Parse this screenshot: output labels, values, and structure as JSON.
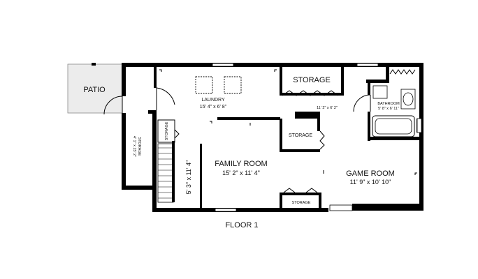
{
  "plan": {
    "floor_label": "FLOOR 1",
    "rooms": {
      "patio": {
        "name": "PATIO"
      },
      "storage_left": {
        "name": "STORAGE",
        "dims": "4' 1\" x 15' 2\""
      },
      "storage_stair": {
        "name": "STORAGE"
      },
      "laundry": {
        "name": "LAUNDRY",
        "dims": "15' 4\" x 6' 8\""
      },
      "storage_top": {
        "name": "STORAGE"
      },
      "hall_dims": "11' 2\" x 6' 2\"",
      "bathroom": {
        "name": "BATHROOM",
        "dims": "5' 8\" x 6' 11\""
      },
      "storage_mid": {
        "name": "STORAGE"
      },
      "family_room": {
        "name": "FAMILY ROOM",
        "dims": "15' 2\" x 11' 4\""
      },
      "stair_dims": "5' 3\" x 11' 4\"",
      "game_room": {
        "name": "GAME ROOM",
        "dims": "11' 9\" x 10' 10\""
      },
      "storage_bottom": {
        "name": "STORAGE"
      }
    }
  }
}
